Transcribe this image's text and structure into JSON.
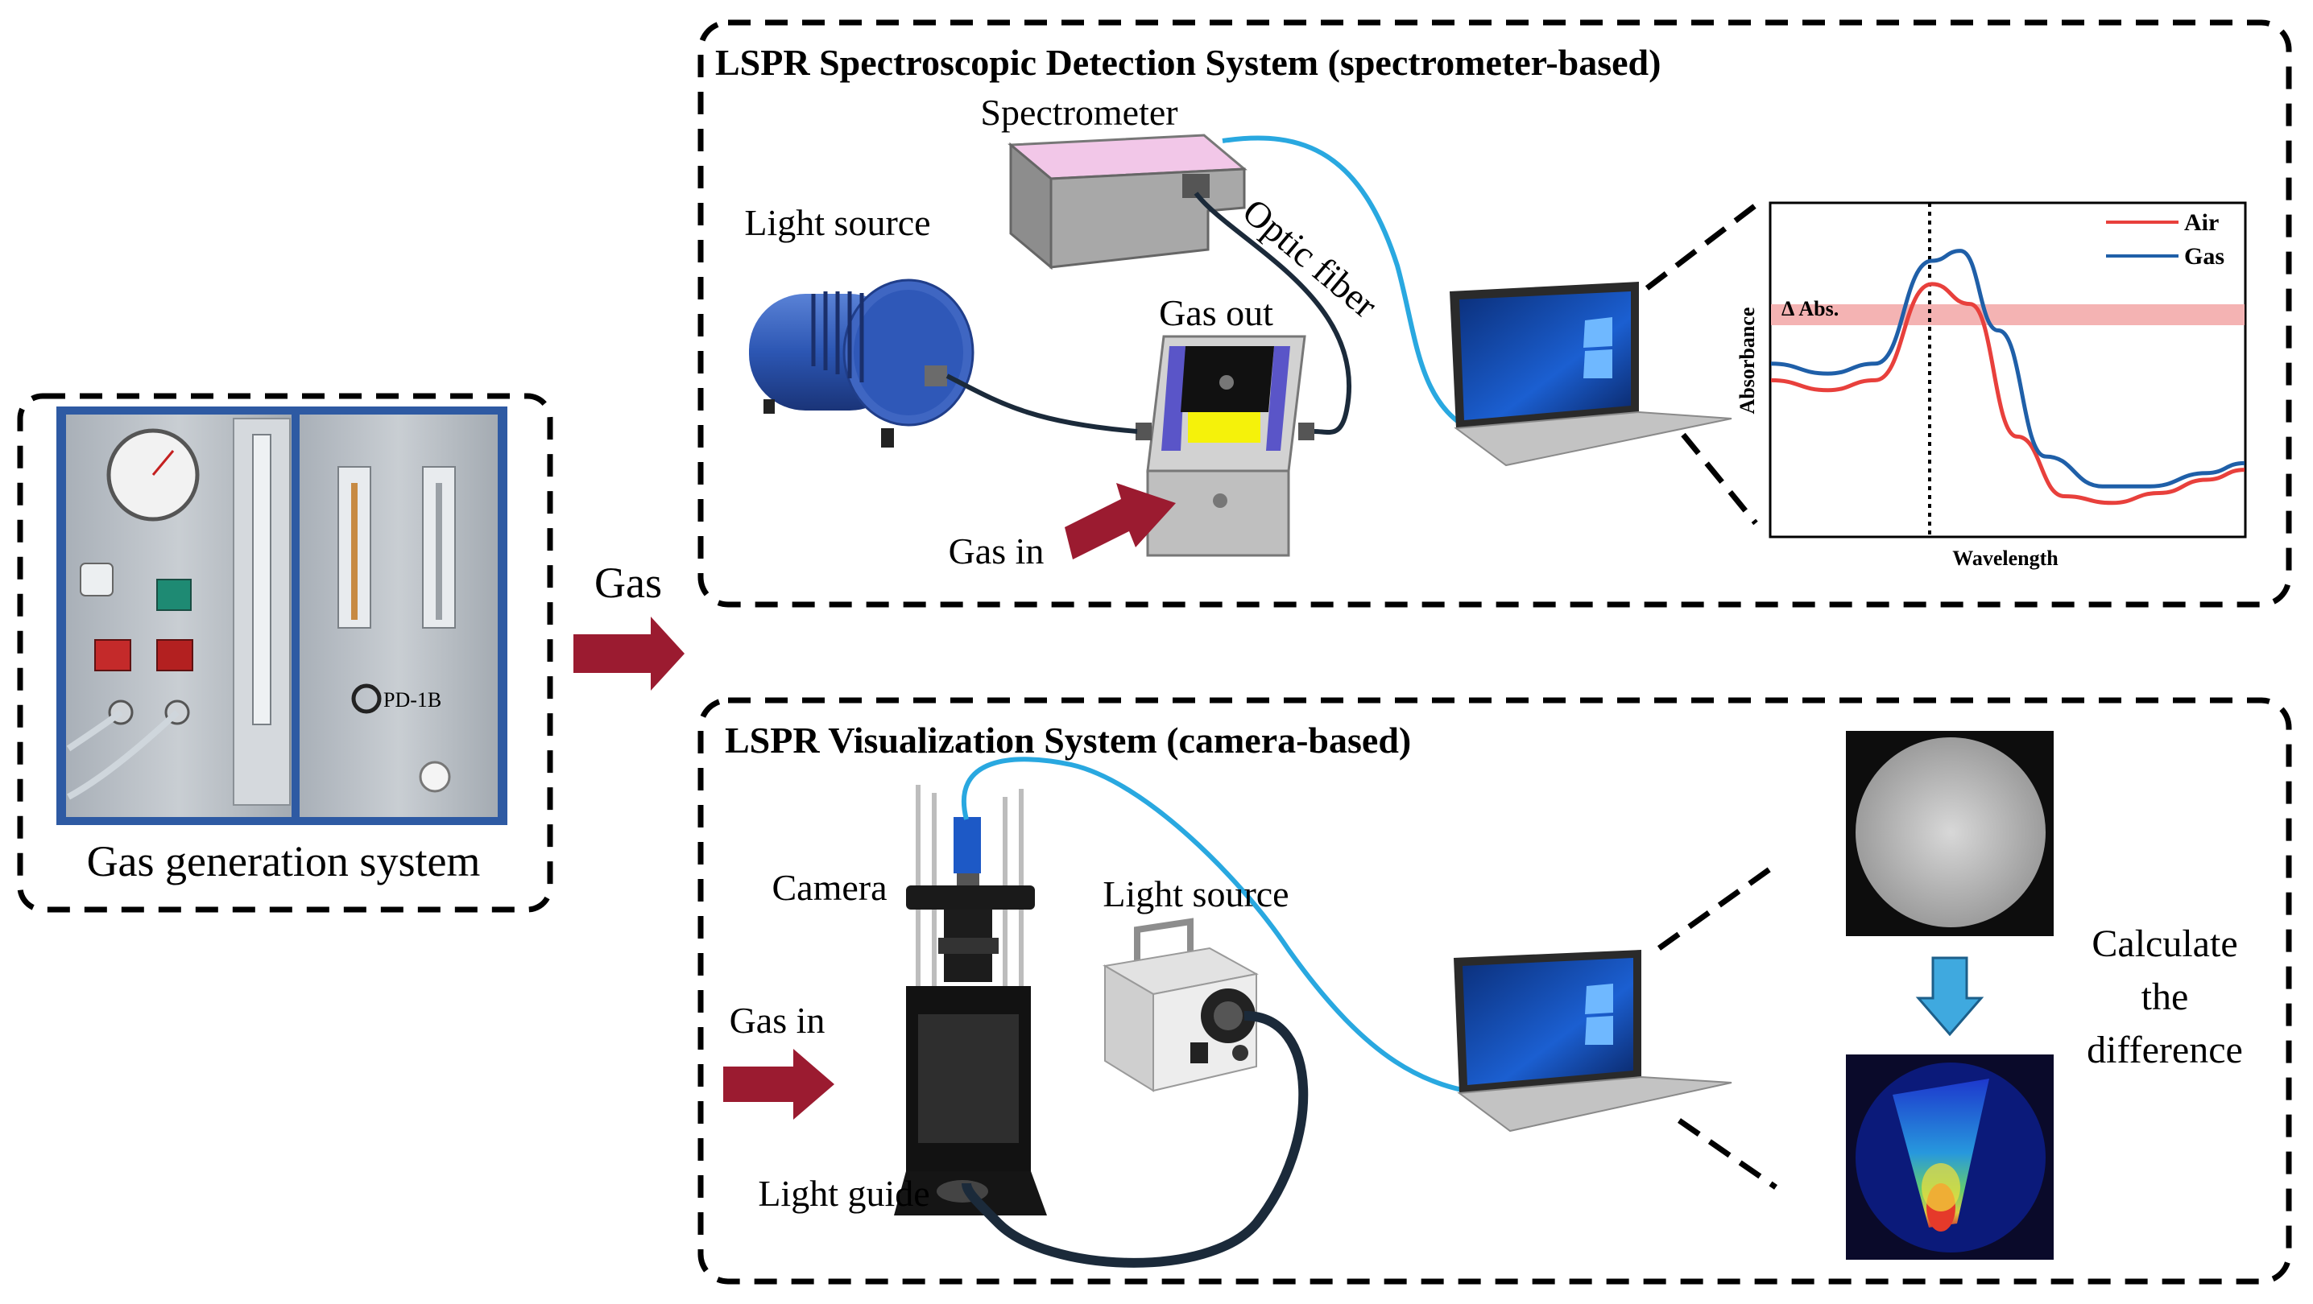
{
  "gas_generation": {
    "label": "Gas generation system",
    "device_model": "PD-1B"
  },
  "flow": {
    "gas_label": "Gas"
  },
  "spectroscopy_system": {
    "title": "LSPR Spectroscopic Detection System (spectrometer-based)",
    "spectrometer_label": "Spectrometer",
    "light_source_label": "Light source",
    "optic_fiber_label": "Optic fiber",
    "gas_out_label": "Gas out",
    "gas_in_label": "Gas in"
  },
  "visualization_system": {
    "title": "LSPR Visualization System (camera-based)",
    "camera_label": "Camera",
    "light_source_label": "Light source",
    "gas_in_label": "Gas in",
    "light_guide_label": "Light guide",
    "calculate_line1": "Calculate",
    "calculate_line2": "the",
    "calculate_line3": "difference"
  },
  "chart_data": {
    "type": "line",
    "xlabel": "Wavelength",
    "ylabel": "Absorbance",
    "annotation": "Δ Abs.",
    "series": [
      {
        "name": "Air",
        "color": "#e8403c",
        "x": [
          0,
          0.12,
          0.22,
          0.34,
          0.42,
          0.52,
          0.62,
          0.72,
          0.82,
          0.92,
          1.0
        ],
        "y": [
          0.47,
          0.44,
          0.47,
          0.76,
          0.7,
          0.3,
          0.12,
          0.1,
          0.13,
          0.17,
          0.2
        ]
      },
      {
        "name": "Gas",
        "color": "#1f5fa8",
        "x": [
          0,
          0.12,
          0.22,
          0.34,
          0.4,
          0.48,
          0.58,
          0.7,
          0.8,
          0.92,
          1.0
        ],
        "y": [
          0.52,
          0.49,
          0.52,
          0.83,
          0.86,
          0.62,
          0.24,
          0.15,
          0.15,
          0.19,
          0.22
        ]
      }
    ],
    "peak_marker_x": 0.34,
    "legend_position": "top-right",
    "colors": {
      "air": "#e8403c",
      "gas": "#1f5fa8",
      "delta_band": "#f4b3b3"
    }
  },
  "colors": {
    "arrow": "#9b1b30",
    "cyan_fiber": "#29a8e0",
    "dark_cable": "#1b2a3a",
    "panel_border": "#000000"
  }
}
